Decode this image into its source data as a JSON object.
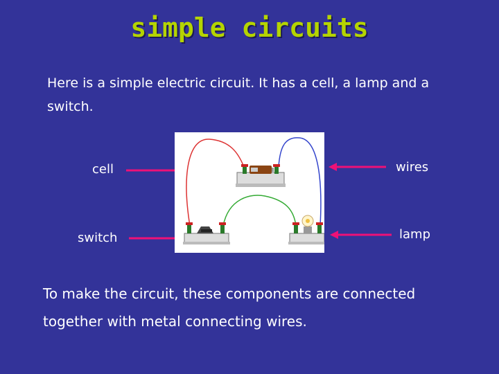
{
  "slide": {
    "title": "simple circuits",
    "intro": "Here is a simple electric circuit. It has a cell, a lamp and a switch.",
    "outro": "To make the circuit, these components are connected together with metal connecting wires."
  },
  "labels": {
    "cell": "cell",
    "switch": "switch",
    "wires": "wires",
    "lamp": "lamp"
  },
  "colors": {
    "background": "#333399",
    "title": "#b5d400",
    "arrow": "#ee1177",
    "wire_red": "#dd3333",
    "wire_blue": "#3344cc",
    "wire_green": "#33aa33"
  }
}
